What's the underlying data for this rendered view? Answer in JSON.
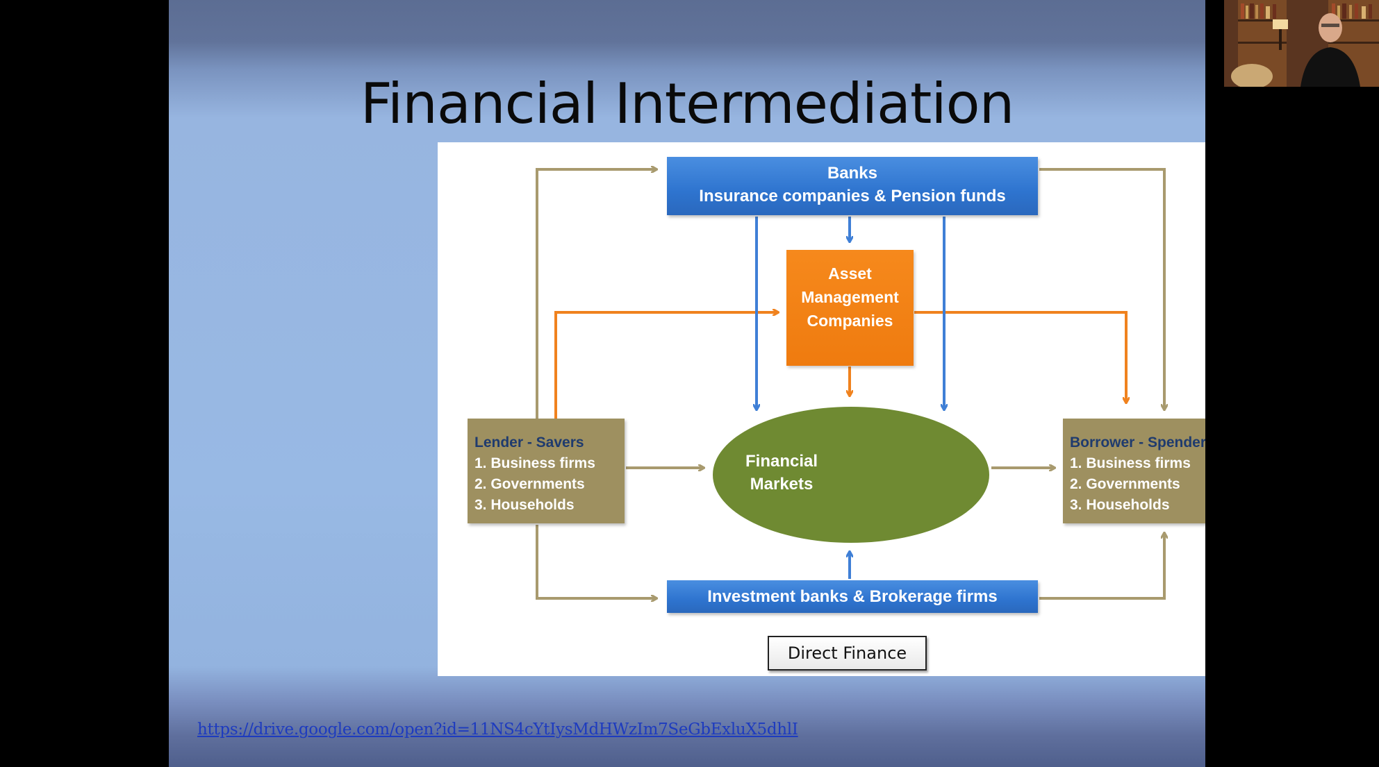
{
  "slide": {
    "title": "Financial Intermediation",
    "link": "https://drive.google.com/open?id=11NS4cYtIysMdHWzIm7SeGbExluX5dhlI"
  },
  "diagram": {
    "banks_line1": "Banks",
    "banks_line2": "Insurance companies & Pension funds",
    "asset_line1": "Asset",
    "asset_line2": "Management",
    "asset_line3": "Companies",
    "markets_line1": "Financial",
    "markets_line2": "Markets",
    "investment_banks": "Investment banks & Brokerage firms",
    "direct_finance": "Direct Finance",
    "lender": {
      "heading": "Lender - Savers",
      "items": [
        "1. Business firms",
        "2. Governments",
        "3. Households"
      ]
    },
    "borrower": {
      "heading": "Borrower - Spenders",
      "items": [
        "1. Business firms",
        "2. Governments",
        "3. Households"
      ]
    }
  },
  "colors": {
    "blue_box": "#2e74cf",
    "orange_box": "#ef7b0f",
    "olive_box": "#9e9060",
    "ellipse": "#6f8a32",
    "arrow_tan": "#a89a6e",
    "arrow_orange": "#f0821e",
    "arrow_blue": "#3f7fd6"
  },
  "webcam": {
    "icon": "webcam-presenter-thumbnail"
  }
}
